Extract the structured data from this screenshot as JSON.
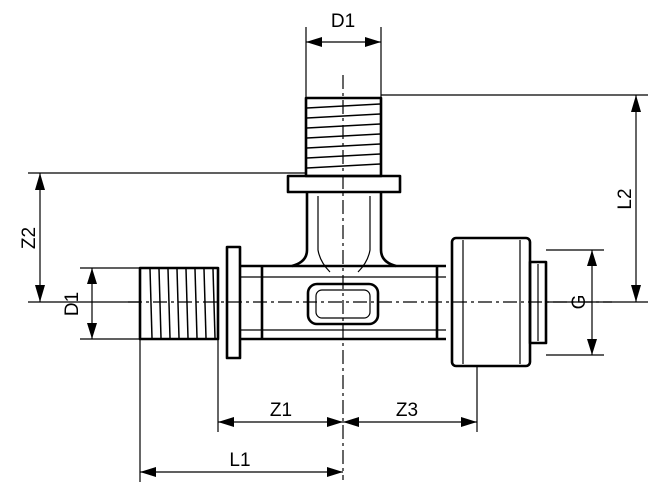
{
  "dimensions": {
    "d1_top": "D1",
    "d1_left": "D1",
    "l2": "L2",
    "z2": "Z2",
    "g": "G",
    "z1": "Z1",
    "z3": "Z3",
    "l1": "L1"
  }
}
